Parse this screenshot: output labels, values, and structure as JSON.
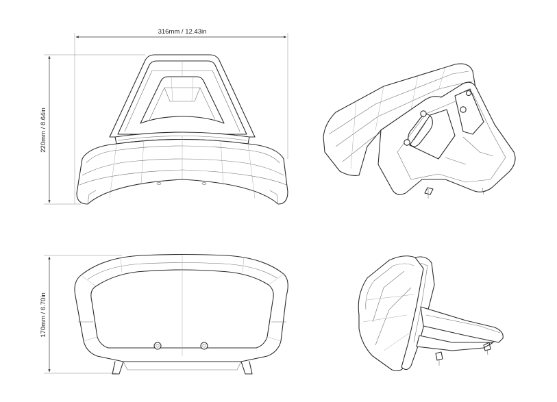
{
  "dimensions": {
    "width_label": "316mm / 12.43in",
    "height_top_label": "220mm / 8.64in",
    "height_bottom_label": "170mm / 6.70in"
  },
  "views": [
    {
      "id": "front",
      "icon": "windscreen-front-view-icon"
    },
    {
      "id": "iso",
      "icon": "windscreen-isometric-view-icon"
    },
    {
      "id": "top",
      "icon": "windscreen-top-view-icon"
    },
    {
      "id": "side",
      "icon": "windscreen-side-view-icon"
    }
  ]
}
